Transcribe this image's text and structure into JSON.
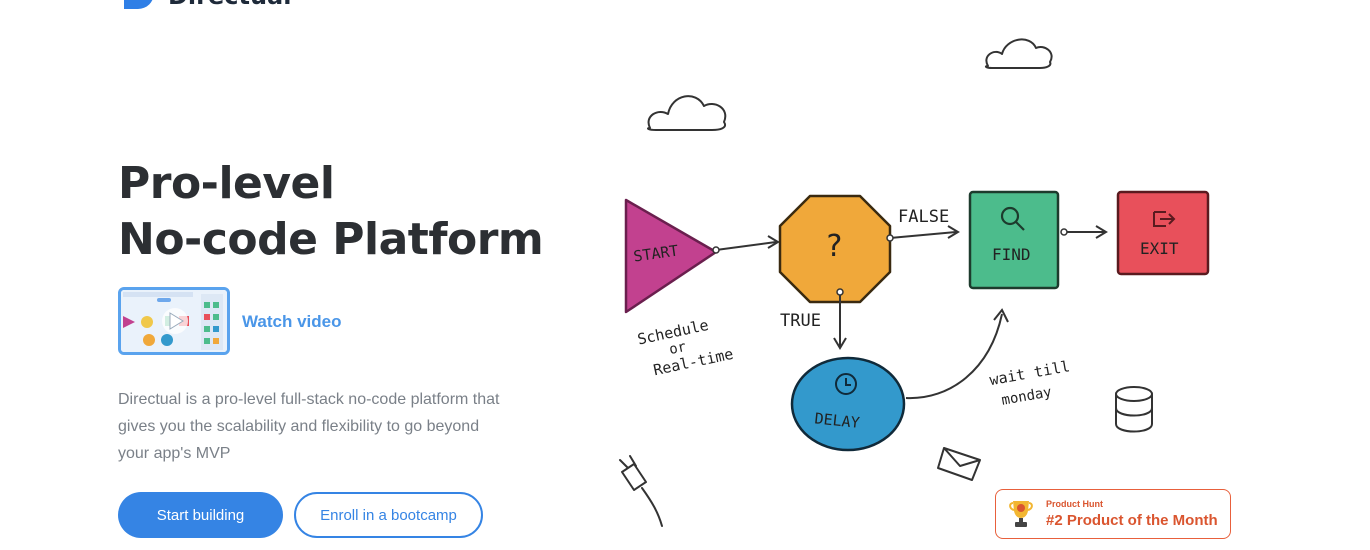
{
  "header": {
    "logo_text": "Directual"
  },
  "hero": {
    "title_line1": "Pro-level",
    "title_line2": "No-code Platform",
    "watch_video_label": "Watch video",
    "description": "Directual is a pro-level full-stack no-code platform that gives you the scalability and flexibility to go beyond your app's MVP",
    "primary_button": "Start building",
    "secondary_button": "Enroll in a bootcamp"
  },
  "diagram": {
    "start": "START",
    "question": "?",
    "false_label": "FALSE",
    "true_label": "TRUE",
    "find": "FIND",
    "exit": "EXIT",
    "delay": "DELAY",
    "schedule_line1": "Schedule",
    "schedule_line2": "or",
    "schedule_line3": "Real-time",
    "wait_line1": "wait till",
    "wait_line2": "monday"
  },
  "badge": {
    "label_small": "Product Hunt",
    "label_big": "#2 Product of the Month"
  },
  "colors": {
    "brand_blue": "#3584e4",
    "start_magenta": "#c2418f",
    "question_orange": "#f0a83a",
    "find_green": "#4cbc8c",
    "exit_red": "#e8505b",
    "delay_blue": "#3399cc",
    "product_hunt_orange": "#da552f"
  }
}
